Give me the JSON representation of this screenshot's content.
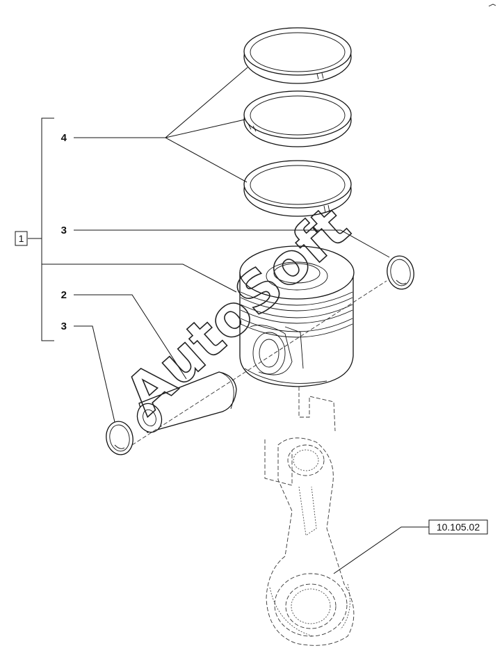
{
  "callouts": {
    "assembly": "1",
    "rings": "4",
    "circlip_upper": "3",
    "pin": "2",
    "circlip_lower": "3"
  },
  "reference": "10.105.02",
  "watermark": "AutoSoft"
}
